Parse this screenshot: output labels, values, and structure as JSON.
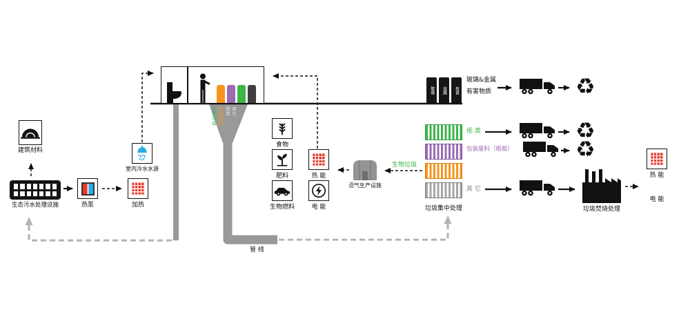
{
  "icons": {
    "recycle": "♻"
  },
  "labels": {
    "building_materials": "建筑材料",
    "sewage_plant": "生态污水处理设施",
    "heat_pump": "热泵",
    "heating": "加热",
    "cold_water": "室内冷水水源",
    "food": "食物",
    "fertilizer": "肥料",
    "biofuel": "生物燃料",
    "heat_energy": "热 能",
    "electric_energy": "电 能",
    "biogas_plant": "沼气生产设施",
    "bio_waste": "生物垃圾",
    "pipeline": "管 线",
    "glass_metal": "玻璃&金属",
    "hazardous": "有害物质",
    "paper": "纸 类",
    "packaging": "包装废料（纸板）",
    "other": "其 它",
    "collection": "垃圾集中处理",
    "incineration": "垃圾焚烧处理",
    "out_heat": "热 能",
    "out_electric": "电 能"
  },
  "house_bins": [
    "生物垃圾",
    "包装废料",
    "纸类",
    "其它"
  ],
  "black_bins": [
    "玻璃",
    "金属",
    "有害"
  ],
  "colors": {
    "green": "#3cb54a",
    "purple": "#9b6bb3",
    "orange": "#f7941e",
    "gray": "#999999",
    "red": "#e8392c",
    "blue": "#29abe2"
  }
}
